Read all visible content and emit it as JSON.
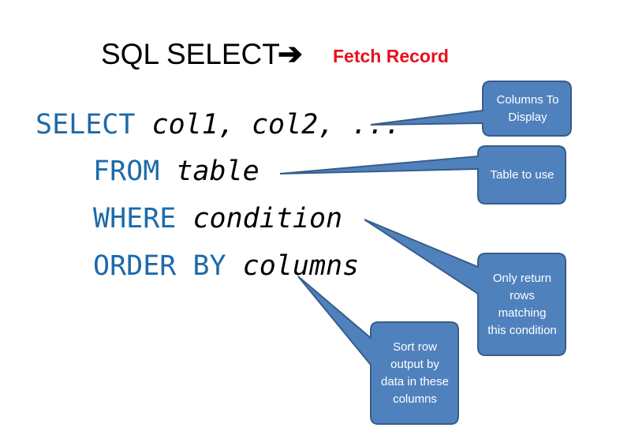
{
  "title": {
    "text": "SQL SELECT",
    "arrow": "➔",
    "subtitle": "Fetch Record"
  },
  "sql": {
    "select_kw": "SELECT",
    "select_args": "col1, col2, ...",
    "from_kw": "FROM",
    "from_args": "table",
    "where_kw": "WHERE",
    "where_args": "condition",
    "order_kw": "ORDER BY",
    "order_args": "columns"
  },
  "callouts": {
    "columns": "Columns To Display",
    "table": "Table to use",
    "where": "Only return rows matching this condition",
    "order": "Sort row output by data in these columns"
  },
  "colors": {
    "keyword": "#1d6aaa",
    "callout": "#4f81bd",
    "callout_border": "#385d8a",
    "subtitle": "#e8101a"
  }
}
